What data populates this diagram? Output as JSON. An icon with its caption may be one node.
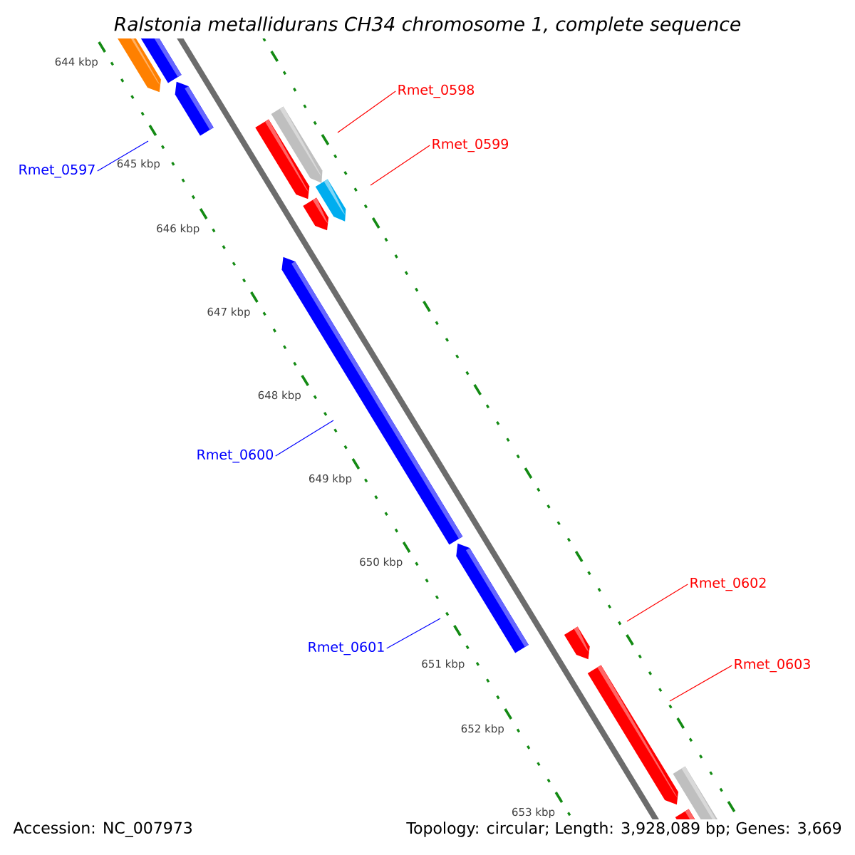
{
  "diagram": {
    "title": "Ralstonia metallidurans CH34 chromosome 1, complete sequence",
    "nodes": [
      {
        "text": [
          "Rmet_0597"
        ]
      },
      {
        "text": [
          "Rmet_0598"
        ]
      },
      {
        "text": [
          "Rmet_0599"
        ]
      },
      {
        "text": [
          "Rmet_0600"
        ]
      },
      {
        "text": [
          "Rmet_0601"
        ]
      },
      {
        "text": [
          "Rmet_0602"
        ]
      },
      {
        "text": [
          "Rmet_0603"
        ]
      }
    ],
    "edges": [
      {
        "from": 0,
        "to": null,
        "arrow": "none",
        "color": "#0000ff"
      },
      {
        "from": 1,
        "to": null,
        "arrow": "none",
        "color": "#ff0000"
      },
      {
        "from": 2,
        "to": null,
        "arrow": "none",
        "color": "#ff0000"
      },
      {
        "from": 3,
        "to": null,
        "arrow": "none",
        "color": "#0000ff"
      },
      {
        "from": 4,
        "to": null,
        "arrow": "none",
        "color": "#0000ff"
      },
      {
        "from": 5,
        "to": null,
        "arrow": "none",
        "color": "#ff0000"
      },
      {
        "from": 6,
        "to": null,
        "arrow": "none",
        "color": "#ff0000"
      }
    ],
    "labels": [
      "644 kbp",
      "645 kbp",
      "646 kbp",
      "647 kbp",
      "648 kbp",
      "649 kbp",
      "650 kbp",
      "651 kbp",
      "652 kbp",
      "653 kbp",
      "Accession: NC_007973",
      "Topology: circular; Length: 3,928,089 bp; Genes: 3,669"
    ]
  }
}
